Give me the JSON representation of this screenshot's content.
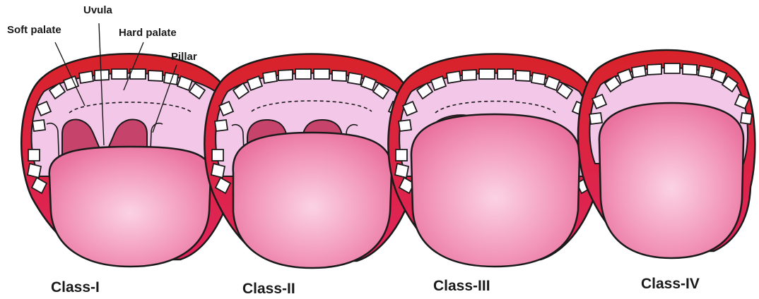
{
  "callouts": {
    "uvula": "Uvula",
    "soft_palate": "Soft palate",
    "hard_palate": "Hard palate",
    "pillar": "Pillar"
  },
  "classes": [
    {
      "label": "Class-I",
      "icon": "mouth-class-1-icon"
    },
    {
      "label": "Class-II",
      "icon": "mouth-class-2-icon"
    },
    {
      "label": "Class-III",
      "icon": "mouth-class-3-icon"
    },
    {
      "label": "Class-IV",
      "icon": "mouth-class-4-icon"
    }
  ],
  "colors": {
    "lip": "#d8232a",
    "lip_inner": "#e0245c",
    "palate": "#f3c7e8",
    "pharynx": "#c6446c",
    "tongue": "#f28ab0",
    "tongue_center": "#f9c4d8",
    "outline": "#1a1a1a",
    "tooth": "#ffffff"
  }
}
